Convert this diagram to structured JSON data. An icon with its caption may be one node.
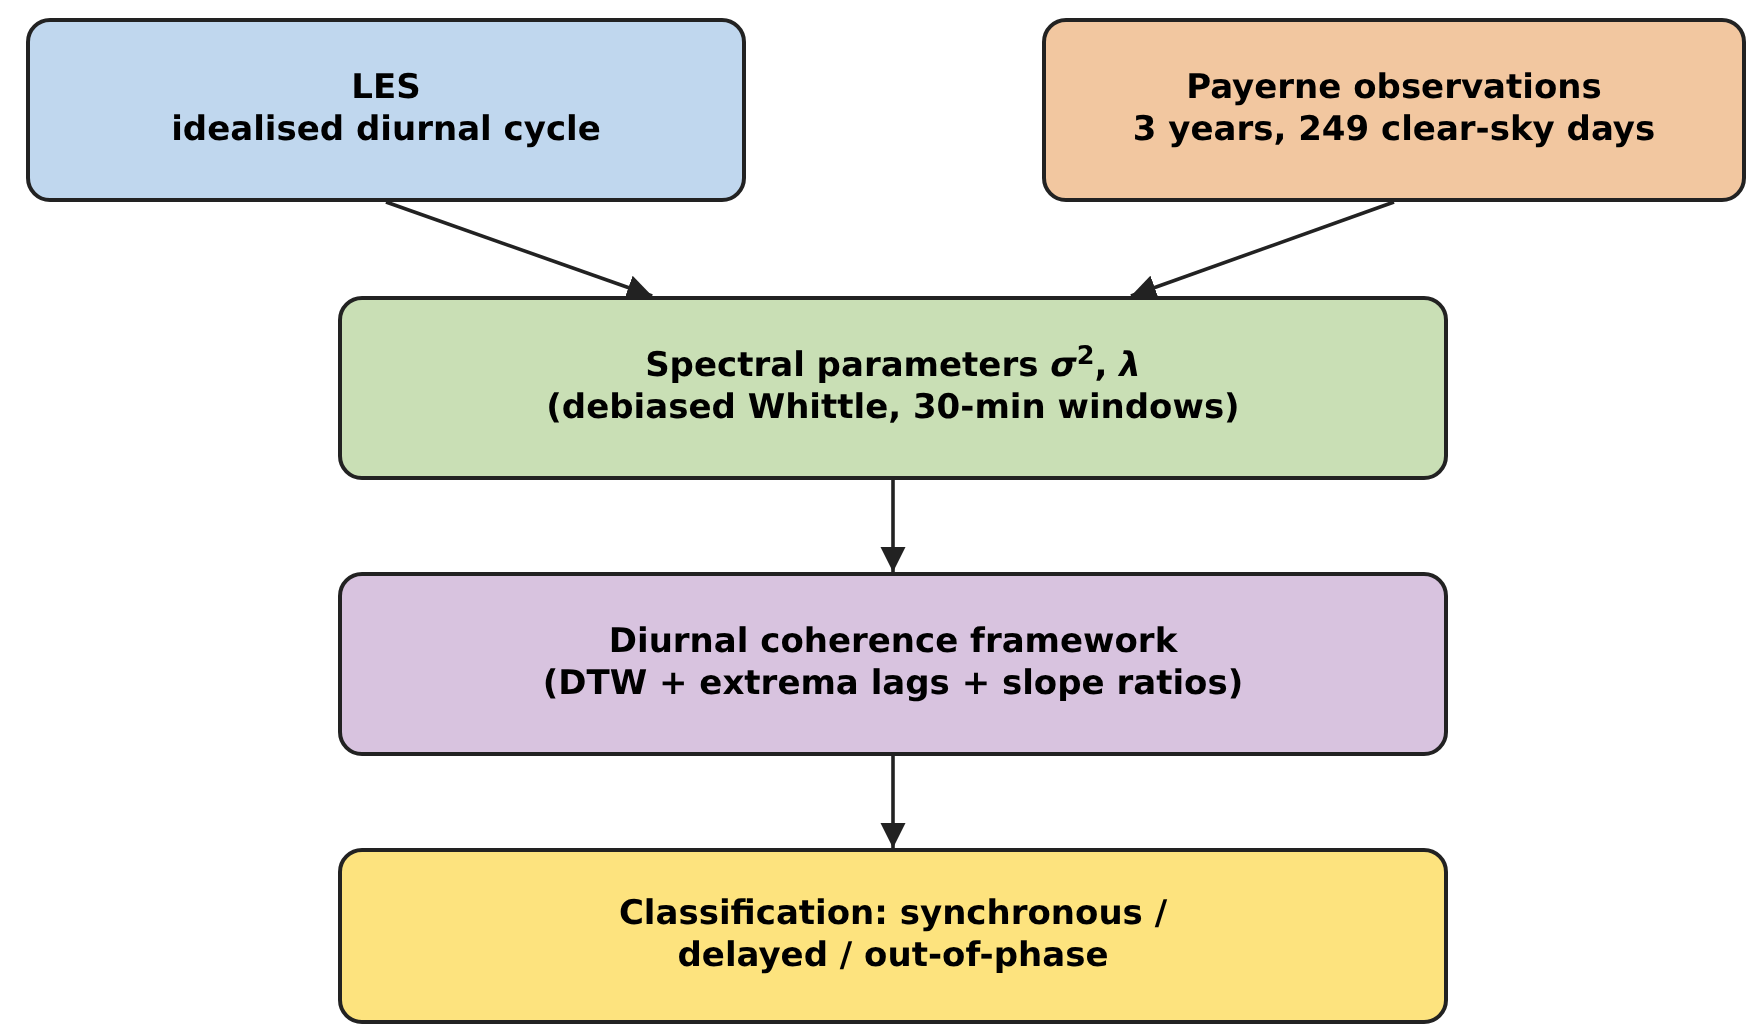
{
  "diagram": {
    "nodes": [
      {
        "text": [
          "LES",
          "idealised diurnal cycle"
        ]
      },
      {
        "text": [
          "Payerne observations",
          "3 years, 249 clear-sky days"
        ]
      },
      {
        "text": [
          "Spectral parameters *σ*$^{2}$, *λ*",
          "(debiased Whittle, 30-min windows)"
        ]
      },
      {
        "text": [
          "Diurnal coherence framework",
          "(DTW + extrema lags + slope ratios)"
        ]
      },
      {
        "text": [
          "Classification: synchronous /",
          "delayed / out-of-phase"
        ]
      }
    ],
    "edges": [
      {
        "from": 0,
        "to": 2,
        "arrow": "to"
      },
      {
        "from": 1,
        "to": 2,
        "arrow": "to"
      },
      {
        "from": 2,
        "to": 3,
        "arrow": "to"
      },
      {
        "from": 3,
        "to": 4,
        "arrow": "to"
      }
    ]
  }
}
